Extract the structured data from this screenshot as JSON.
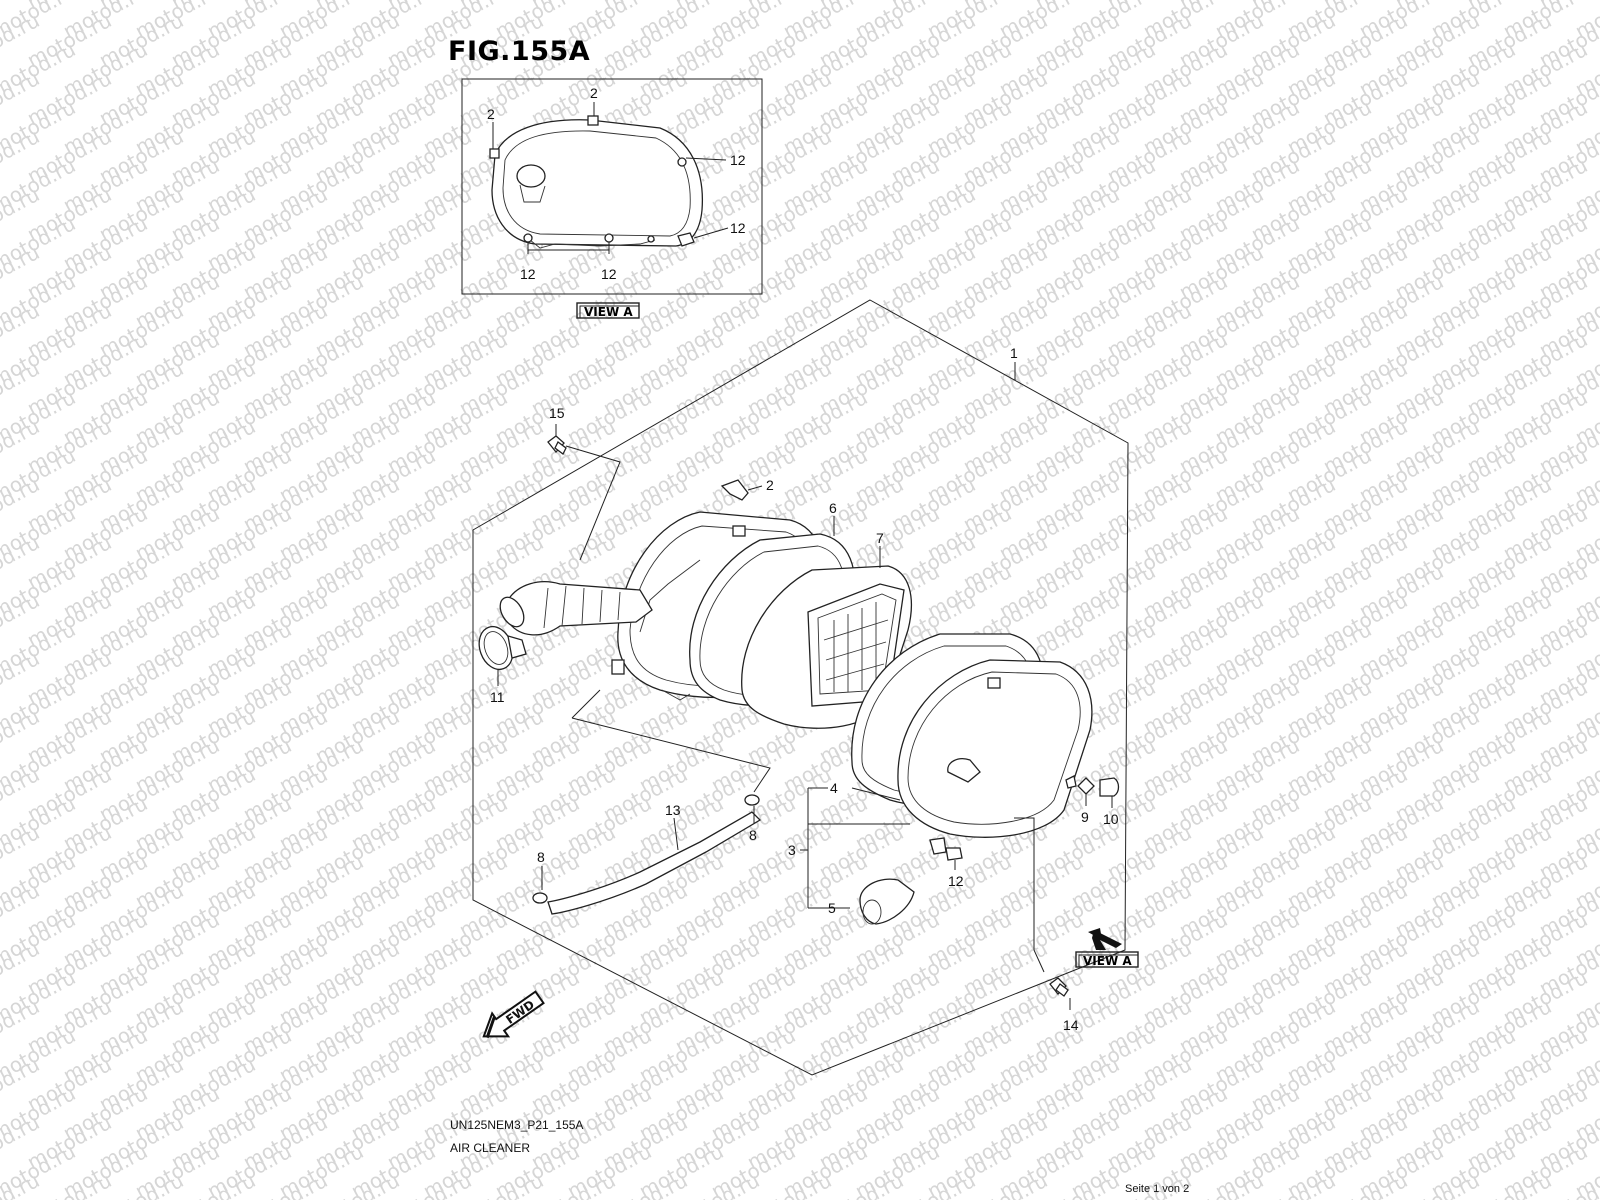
{
  "figure": {
    "title": "FIG.155A",
    "code": "UN125NEM3_P21_155A",
    "name": "AIR CLEANER",
    "page_indicator": "Seite 1 von 2"
  },
  "watermark": {
    "text": "motod.ru",
    "color": "#d6d6d6"
  },
  "view_labels": {
    "inset": "VIEW A",
    "arrow": "VIEW A"
  },
  "fwd_label": "FWD",
  "callouts": {
    "inset_top_2": "2",
    "inset_left_2": "2",
    "inset_right_12_upper": "12",
    "inset_right_12_lower": "12",
    "inset_bottom_12_left": "12",
    "inset_bottom_12_mid": "12",
    "p1": "1",
    "p2": "2",
    "p3": "3",
    "p4": "4",
    "p5": "5",
    "p6": "6",
    "p7": "7",
    "p8_left": "8",
    "p8_right": "8",
    "p9": "9",
    "p10": "10",
    "p11": "11",
    "p12": "12",
    "p13": "13",
    "p14": "14",
    "p15": "15"
  }
}
